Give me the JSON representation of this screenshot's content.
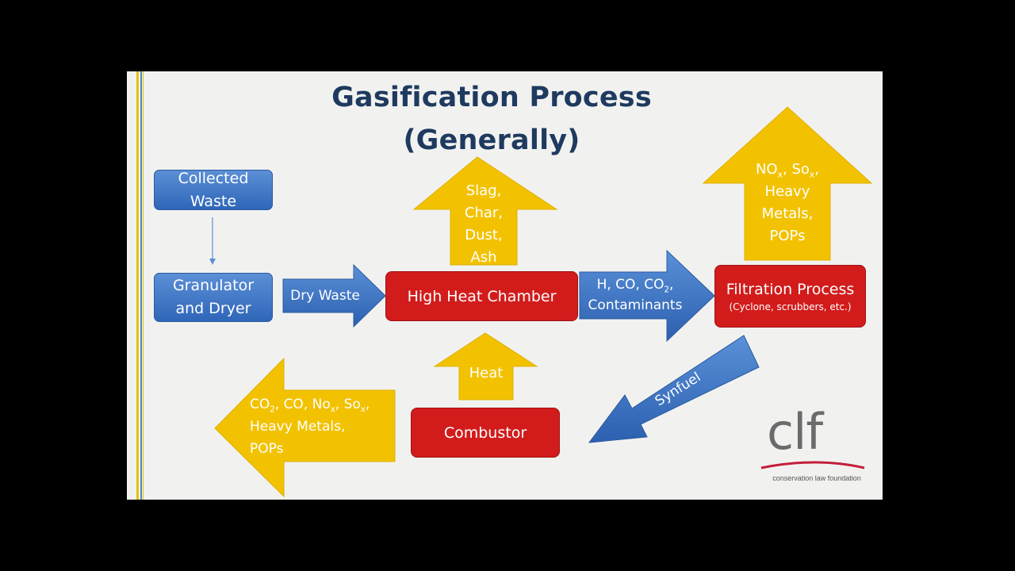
{
  "slide": {
    "title_line1": "Gasification Process",
    "title_line2": "(Generally)"
  },
  "nodes": {
    "collected_waste": [
      "Collected",
      "Waste"
    ],
    "granulator_dryer": [
      "Granulator",
      "and Dryer"
    ],
    "high_heat_chamber": "High Heat Chamber",
    "filtration_process": "Filtration Process",
    "filtration_note": "(Cyclone, scrubbers, etc.)",
    "combustor": "Combustor"
  },
  "arrows": {
    "dry_waste": "Dry Waste",
    "gas_out_line1": "H, CO, CO",
    "gas_out_sub": "2",
    "gas_out_line2": "Contaminants",
    "heat": "Heat",
    "synfuel": "Synfuel",
    "slag": [
      "Slag,",
      "Char,",
      "Dust,",
      "Ash"
    ],
    "filtration_emissions": {
      "no": "NO",
      "x1": "x",
      "so": "So",
      "x2": "x",
      "lines": [
        "Heavy",
        "Metals,",
        "POPs"
      ]
    },
    "combustor_emissions": {
      "co": "CO",
      "sub2": "2",
      "co2": "CO, No",
      "x1": "x",
      "so": "So",
      "x2": "x",
      "lines": [
        "Heavy Metals,",
        "POPs"
      ]
    }
  },
  "logo": {
    "mark": "clf",
    "caption": "conservation law foundation"
  },
  "colors": {
    "blue": "#2f66b8",
    "red": "#d21c1c",
    "yellow": "#f2c200",
    "title": "#1f3a5f"
  }
}
